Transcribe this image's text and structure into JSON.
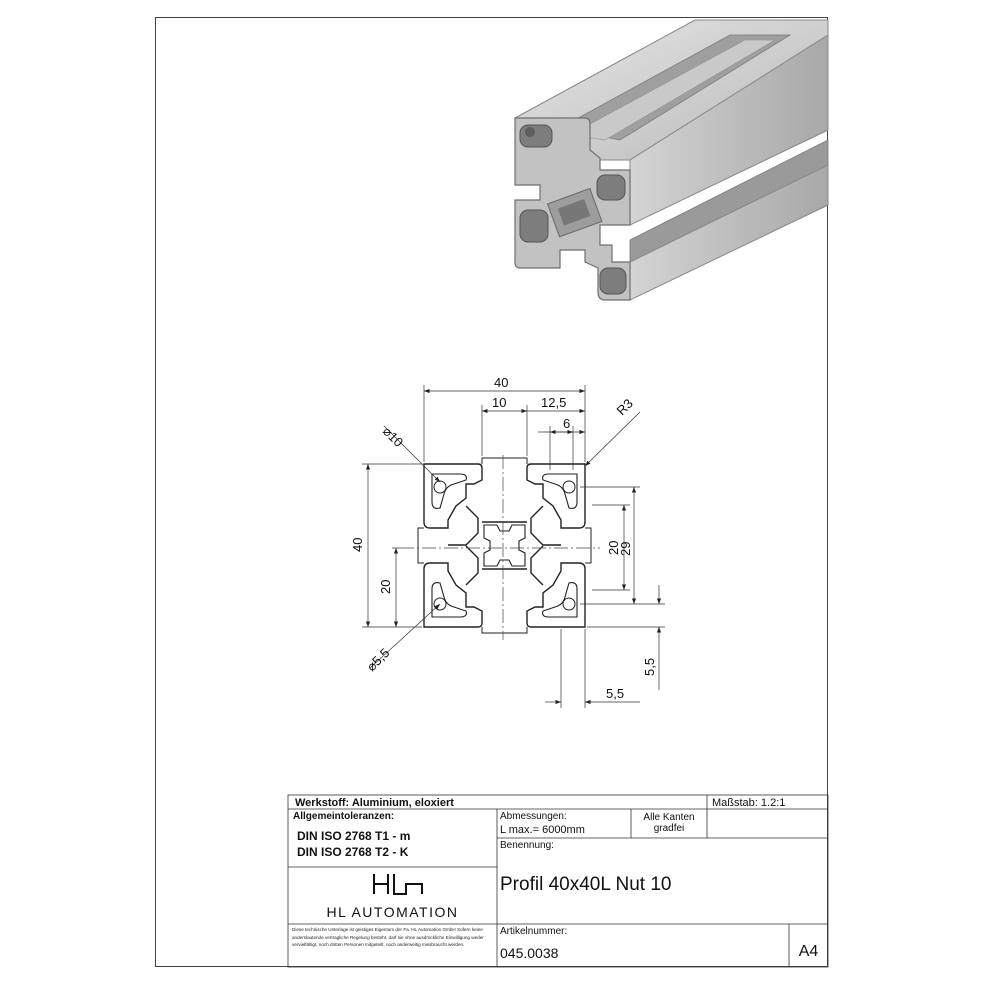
{
  "drawing": {
    "dimensions": {
      "d40_top": "40",
      "d10": "10",
      "d12_5": "12,5",
      "d6": "6",
      "r3": "R3",
      "dia10": "⌀10",
      "d40_left": "40",
      "d20_left": "20",
      "d20_right": "20",
      "d29": "29",
      "dia5_5": "⌀5,5",
      "d5_5_vert": "5,5",
      "d5_5_horiz": "5,5"
    }
  },
  "title_block": {
    "material": "Werkstoff: Aluminium, eloxiert",
    "scale": "Maßstab: 1.2:1",
    "general_tolerances_label": "Allgemeintoleranzen:",
    "tolerance_1": "DIN ISO 2768 T1 - m",
    "tolerance_2": "DIN ISO 2768 T2 - K",
    "dimensions_label": "Abmessungen:",
    "length": "L max.= 6000mm",
    "edges_line1": "Alle Kanten",
    "edges_line2": "gradfei",
    "name_label": "Benennung:",
    "name": "Profil 40x40L Nut 10",
    "company": "HL AUTOMATION",
    "notice": "Diese technische Unterlage ist geistiges Eigentum der Fa. HL Automation GmbH Sofern keine anderslautende vertragliche Regelung besteht, darf sie ohne ausdrückliche Einwilligung weder vervielfältigt, noch dritten Personen mitgeteilt, noch anderweitig missbraucht werden.",
    "article_label": "Artikelnummer:",
    "article_number": "045.0038",
    "format": "A4"
  }
}
